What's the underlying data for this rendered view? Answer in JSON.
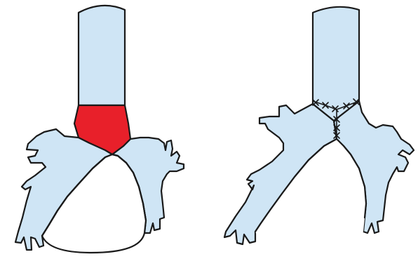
{
  "diagram": {
    "panels": [
      {
        "name": "pre-resection",
        "parts": [
          "trachea",
          "carina-segment",
          "left-main-bronchus",
          "right-main-bronchus"
        ],
        "highlighted_part": "carina-segment"
      },
      {
        "name": "post-reconstruction",
        "parts": [
          "trachea",
          "left-main-bronchus",
          "right-main-bronchus",
          "y-anastomosis-sutures"
        ]
      }
    ],
    "colors": {
      "airway_fill": "#cfe5f5",
      "resected_segment": "#e8202a",
      "outline": "#1a1a1a",
      "background": "#ffffff"
    },
    "icons": [
      "suture-x-icon"
    ]
  }
}
